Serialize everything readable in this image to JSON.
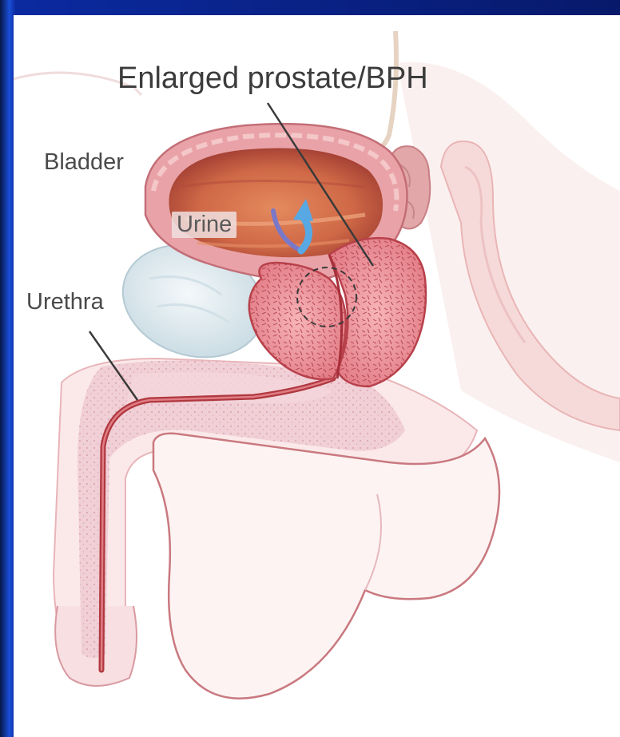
{
  "diagram": {
    "title": "Enlarged prostate/BPH",
    "labels": {
      "bladder": "Bladder",
      "urine": "Urine",
      "urethra": "Urethra"
    },
    "colors": {
      "frame": "#0b2aa0",
      "background": "#ffffff",
      "tissue_light": "#f7e1e1",
      "tissue_pink": "#f2b8bb",
      "bladder_wall": "#e9a3a8",
      "bladder_interior": "#d2714f",
      "prostate": "#ee8e96",
      "urethra_channel": "#b0383f",
      "seminal_vesicle": "#e2a7a8",
      "pubic_bone": "#dbe8ee",
      "urine_flow_arrow": "#57a8e3"
    }
  }
}
